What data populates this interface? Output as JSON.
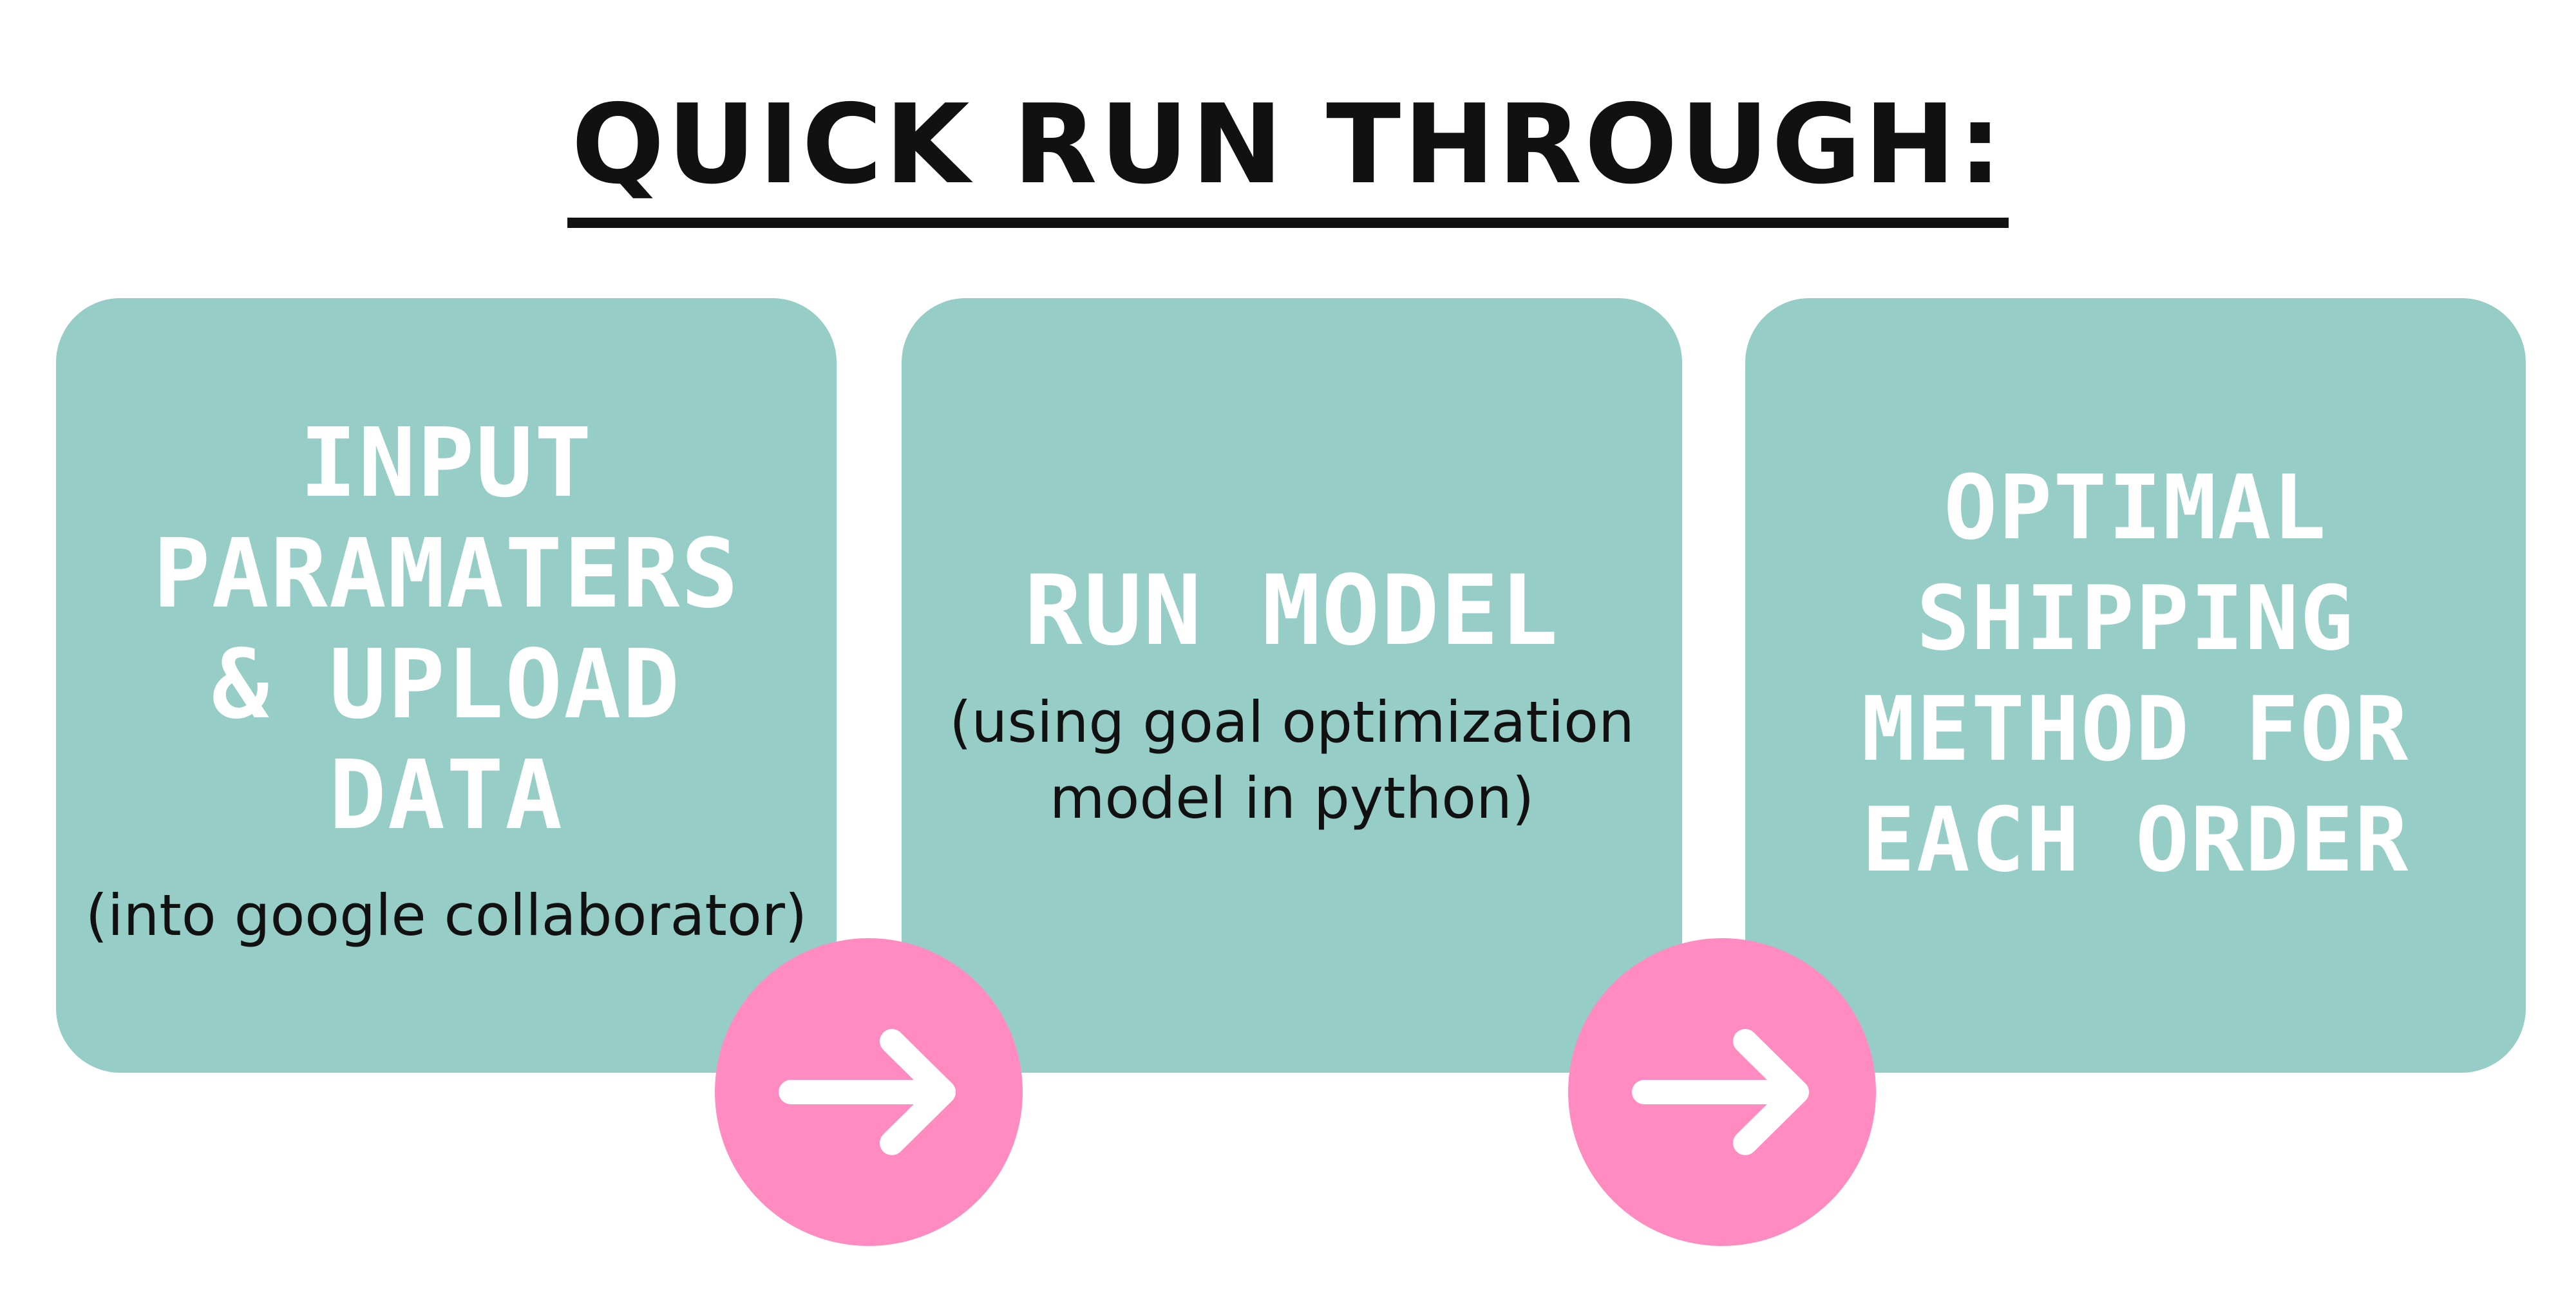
{
  "title": "QUICK RUN THROUGH:",
  "steps": [
    {
      "heading_lines": [
        "INPUT",
        "PARAMATERS",
        "& UPLOAD",
        "DATA"
      ],
      "subtext_lines": [
        "(into google collaborator)"
      ]
    },
    {
      "heading_lines": [
        "RUN MODEL"
      ],
      "subtext_lines": [
        "(using goal optimization",
        "model in python)"
      ]
    },
    {
      "heading_lines": [
        "OPTIMAL",
        "SHIPPING",
        "METHOD FOR",
        "EACH ORDER"
      ],
      "subtext_lines": []
    }
  ],
  "icons": {
    "connector": "arrow-right-icon"
  },
  "colors": {
    "card": "#96cdc7",
    "arrow_circle": "#ff8bc0",
    "heading_text": "#ffffff",
    "body_text": "#111111"
  }
}
